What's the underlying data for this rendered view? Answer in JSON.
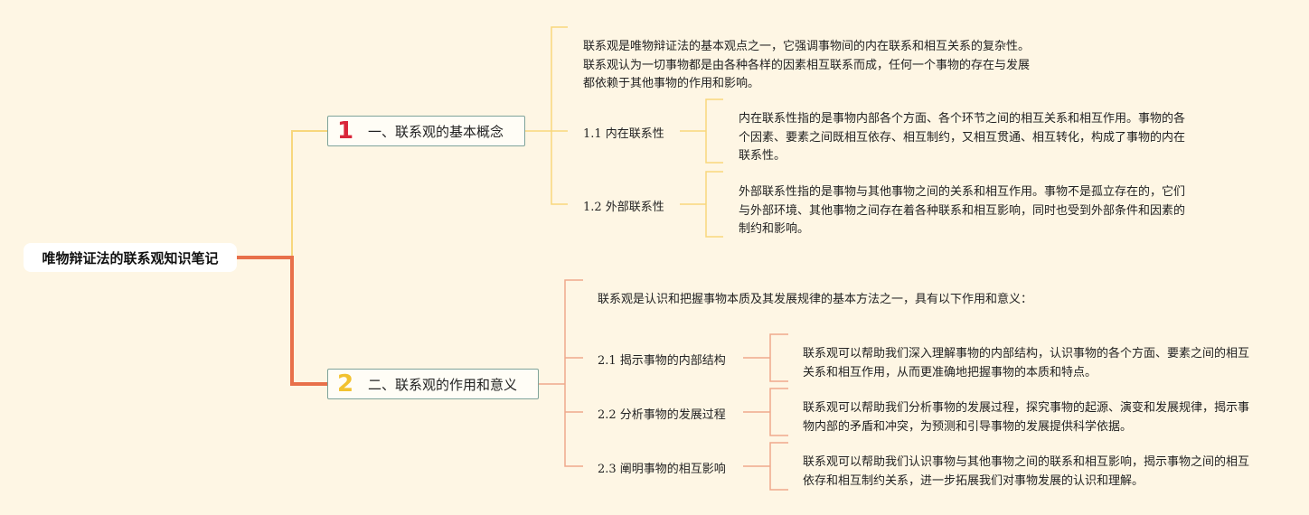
{
  "root": {
    "title": "唯物辩证法的联系观知识笔记"
  },
  "branches": [
    {
      "number": "1",
      "label": "一、联系观的基本概念",
      "intro": "联系观是唯物辩证法的基本观点之一，它强调事物间的内在联系和相互关系的复杂性。联系观认为一切事物都是由各种各样的因素相互联系而成，任何一个事物的存在与发展都依赖于其他事物的作用和影响。",
      "subs": [
        {
          "label": "1.1 内在联系性",
          "detail": "内在联系性指的是事物内部各个方面、各个环节之间的相互关系和相互作用。事物的各个因素、要素之间既相互依存、相互制约，又相互贯通、相互转化，构成了事物的内在联系性。"
        },
        {
          "label": "1.2 外部联系性",
          "detail": "外部联系性指的是事物与其他事物之间的关系和相互作用。事物不是孤立存在的，它们与外部环境、其他事物之间存在着各种联系和相互影响，同时也受到外部条件和因素的制约和影响。"
        }
      ]
    },
    {
      "number": "2",
      "label": "二、联系观的作用和意义",
      "intro": "联系观是认识和把握事物本质及其发展规律的基本方法之一，具有以下作用和意义：",
      "subs": [
        {
          "label": "2.1 揭示事物的内部结构",
          "detail": "联系观可以帮助我们深入理解事物的内部结构，认识事物的各个方面、要素之间的相互关系和相互作用，从而更准确地把握事物的本质和特点。"
        },
        {
          "label": "2.2 分析事物的发展过程",
          "detail": "联系观可以帮助我们分析事物的发展过程，探究事物的起源、演变和发展规律，揭示事物内部的矛盾和冲突，为预测和引导事物的发展提供科学依据。"
        },
        {
          "label": "2.3 阐明事物的相互影响",
          "detail": "联系观可以帮助我们认识事物与其他事物之间的联系和相互影响，揭示事物之间的相互依存和相互制约关系，进一步拓展我们对事物发展的认识和理解。"
        }
      ]
    }
  ],
  "colors": {
    "background": "#FEF6E4",
    "root_link": "#E8704A",
    "branch1_link": "#F8D77C",
    "branch2_link": "#EFA98B",
    "node_border": "#7FA39A",
    "number1": "#D9263A",
    "number2": "#F2C230"
  }
}
